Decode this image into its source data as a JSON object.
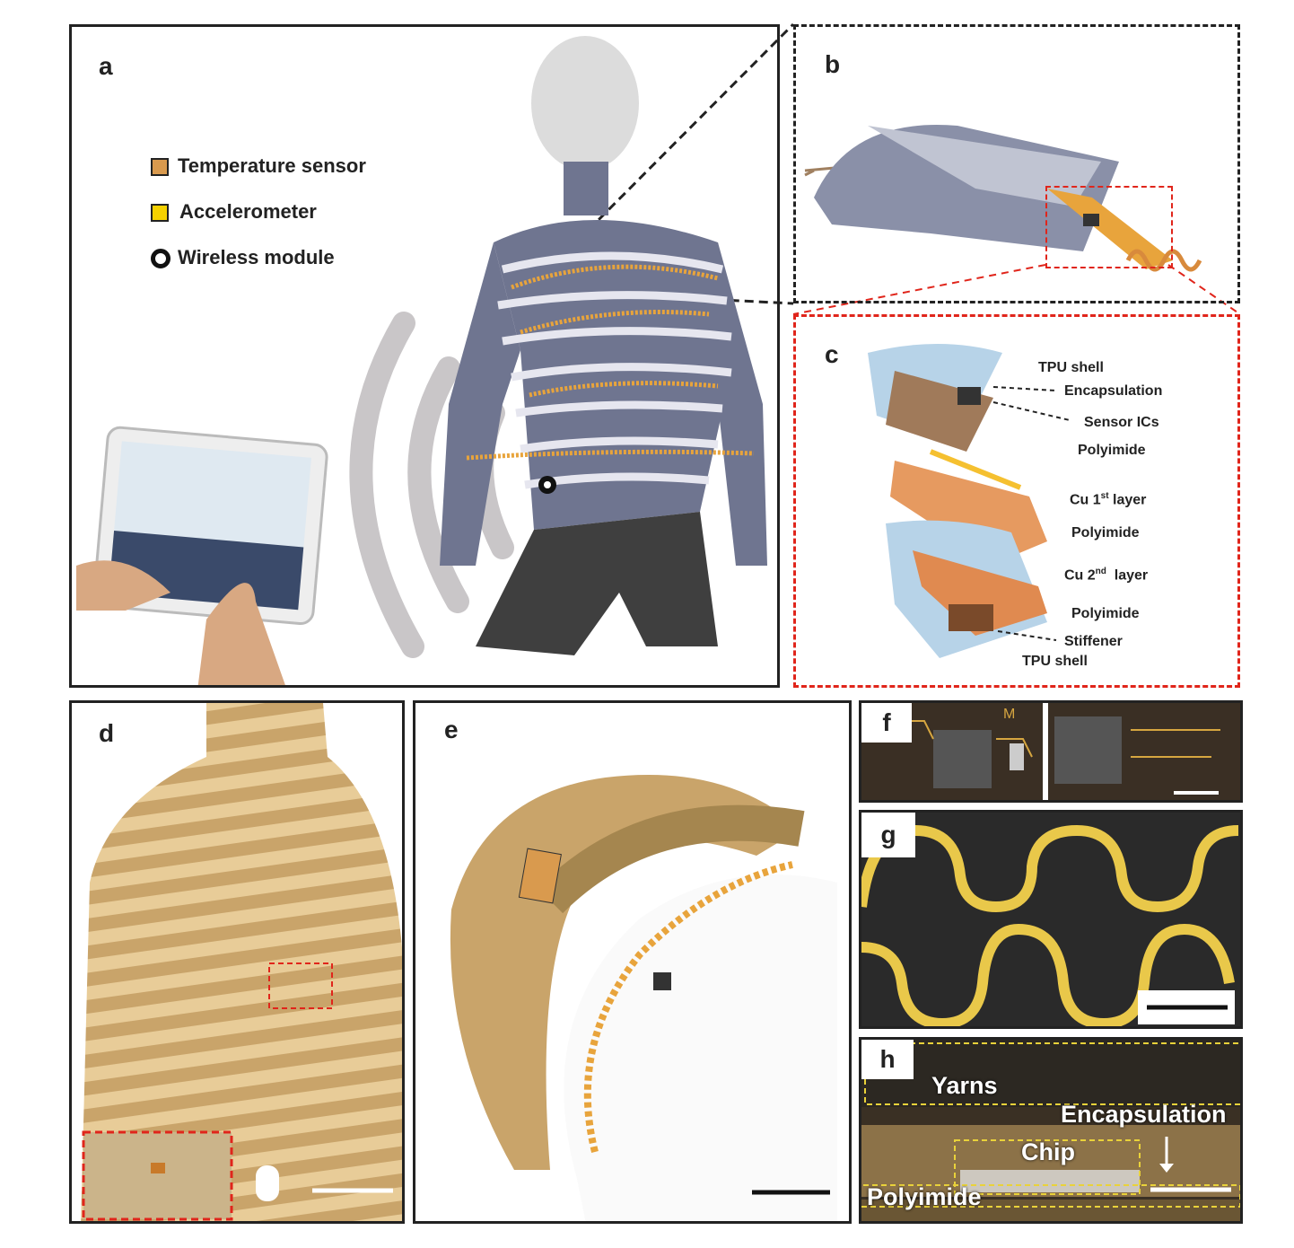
{
  "panels": {
    "a": {
      "label": "a",
      "legend": [
        {
          "text": "Temperature sensor",
          "color": "#d99a4e"
        },
        {
          "text": "Accelerometer",
          "color": "#f5d100"
        },
        {
          "text": "Wireless module",
          "color": "#111111"
        }
      ]
    },
    "b": {
      "label": "b"
    },
    "c": {
      "label": "c",
      "layers": [
        {
          "text": "TPU shell"
        },
        {
          "text": "Encapsulation"
        },
        {
          "text": "Sensor ICs"
        },
        {
          "text": "Polyimide"
        },
        {
          "text": "Cu 1",
          "sup": "st",
          "suffix": " layer"
        },
        {
          "text": "Polyimide"
        },
        {
          "text": "Cu 2",
          "sup": "nd",
          "suffix": "  layer"
        },
        {
          "text": "Polyimide"
        },
        {
          "text": "Stiffener"
        },
        {
          "text": "TPU shell"
        }
      ]
    },
    "d": {
      "label": "d"
    },
    "e": {
      "label": "e"
    },
    "f": {
      "label": "f",
      "chip_mark": "M"
    },
    "g": {
      "label": "g"
    },
    "h": {
      "label": "h",
      "annotations": [
        "Yarns",
        "Encapsulation",
        "Chip",
        "Polyimide"
      ]
    }
  },
  "colors": {
    "accent_red": "#e0251b",
    "copper": "#e8a43c",
    "shirt_stripe": "#6f7590"
  }
}
